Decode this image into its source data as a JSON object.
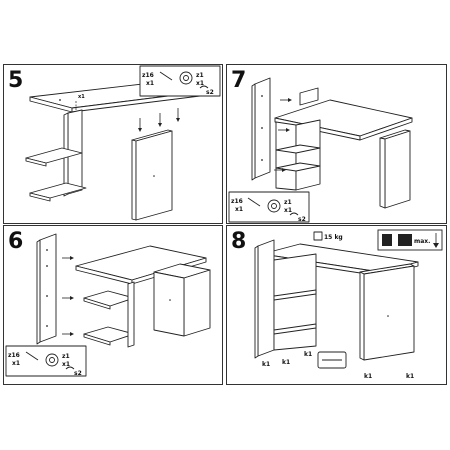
{
  "steps": [
    {
      "number": "5",
      "parts": [
        {
          "code": "z16",
          "qty": "x1"
        },
        {
          "code": "z1",
          "qty": "x1"
        },
        {
          "code": "s2",
          "qty": ""
        }
      ],
      "callout_qty": "x1"
    },
    {
      "number": "7",
      "parts": [
        {
          "code": "z16",
          "qty": "x1"
        },
        {
          "code": "z1",
          "qty": "x1"
        },
        {
          "code": "s2",
          "qty": ""
        }
      ]
    },
    {
      "number": "6",
      "parts": [
        {
          "code": "z16",
          "qty": "x1"
        },
        {
          "code": "z1",
          "qty": "x1"
        },
        {
          "code": "s2",
          "qty": ""
        }
      ]
    },
    {
      "number": "8",
      "weight_label": "15 kg",
      "foot_labels": [
        "k1",
        "k1",
        "k1",
        "k1",
        "k1"
      ],
      "max_label": "max."
    }
  ],
  "icons": {
    "screwdriver": "screwdriver-icon",
    "cam_lock": "cam-lock-icon",
    "dowel": "dowel-icon",
    "weight": "weight-icon",
    "max_load": "max-load-icon"
  }
}
